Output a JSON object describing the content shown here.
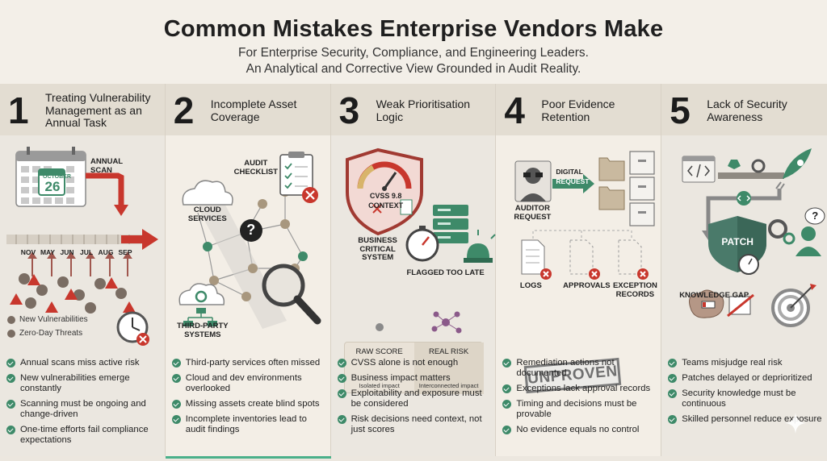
{
  "header": {
    "title": "Common Mistakes Enterprise Vendors Make",
    "subtitle_line1": "For Enterprise Security, Compliance, and Engineering Leaders.",
    "subtitle_line2": "An Analytical and Corrective View Grounded in Audit Reality."
  },
  "columns": [
    {
      "number": "1",
      "title": "Treating Vulnerability Management as an Annual Task",
      "illustration": {
        "calendar_month": "OCTOBER",
        "calendar_day": "26",
        "annual_scan_label": "ANNUAL SCAN",
        "months": [
          "NOV",
          "MAY",
          "JUN",
          "JUL",
          "AUG",
          "SEP"
        ],
        "legend_new": "New Vulnerabilities",
        "legend_zero": "Zero-Day Threats",
        "icons": [
          "calendar-icon",
          "arrow-icon",
          "virus-icon",
          "warning-icon",
          "clock-icon"
        ]
      },
      "bullets": [
        "Annual scans miss active risk",
        "New vulnerabilities emerge constantly",
        "Scanning must be ongoing and change-driven",
        "One-time efforts fail compliance expectations"
      ]
    },
    {
      "number": "2",
      "title": "Incomplete Asset Coverage",
      "illustration": {
        "audit_checklist": "AUDIT CHECKLIST",
        "cloud_services": "CLOUD SERVICES",
        "third_party": "THIRD-PARTY SYSTEMS",
        "question_mark": "?",
        "icons": [
          "cloud-icon",
          "clipboard-icon",
          "magnifier-icon",
          "network-icon"
        ]
      },
      "bullets": [
        "Third-party services often missed",
        "Cloud and dev environments overlooked",
        "Missing assets create blind spots",
        "Incomplete inventories lead to audit findings"
      ]
    },
    {
      "number": "3",
      "title": "Weak Prioritisation Logic",
      "illustration": {
        "cvss": "CVSS 9.8",
        "context": "CONTEXT",
        "business_critical": "BUSINESS CRITICAL SYSTEM",
        "flagged": "FLAGGED TOO LATE",
        "raw_score": "RAW SCORE",
        "real_risk": "REAL RISK",
        "isolated": "Isolated impact",
        "interconnected": "Interconnected impact",
        "icons": [
          "shield-gauge-icon",
          "server-icon",
          "stopwatch-icon",
          "alarm-icon"
        ]
      },
      "bullets": [
        "CVSS alone is not enough",
        "Business impact matters",
        "Exploitability and exposure must be considered",
        "Risk decisions need context, not just scores"
      ]
    },
    {
      "number": "4",
      "title": "Poor Evidence Retention",
      "illustration": {
        "digital_request": "DIGITAL REQUEST",
        "auditor_request": "AUDITOR REQUEST",
        "logs": "LOGS",
        "approvals": "APPROVALS",
        "exception_records": "EXCEPTION RECORDS",
        "stamp": "UNPROVEN",
        "icons": [
          "auditor-icon",
          "folder-icon",
          "cabinet-icon",
          "document-icon"
        ]
      },
      "bullets": [
        "Remediation actions not documented",
        "Exceptions lack approval records",
        "Timing and decisions must be provable",
        "No evidence equals no control"
      ]
    },
    {
      "number": "5",
      "title": "Lack of Security Awareness",
      "illustration": {
        "patch": "PATCH",
        "knowledge_gap": "KNOWLEDGE GAP",
        "icons": [
          "code-icon",
          "gear-icon",
          "rocket-icon",
          "shield-icon",
          "person-icon",
          "brain-icon",
          "target-icon"
        ]
      },
      "bullets": [
        "Teams misjudge real risk",
        "Patches delayed or deprioritized",
        "Security knowledge must be continuous",
        "Skilled personnel reduce exposure"
      ]
    }
  ],
  "colors": {
    "accent_green": "#3e8a69",
    "alert_red": "#c8372d",
    "background": "#f3efe8",
    "header_band": "#e3ddd2"
  }
}
